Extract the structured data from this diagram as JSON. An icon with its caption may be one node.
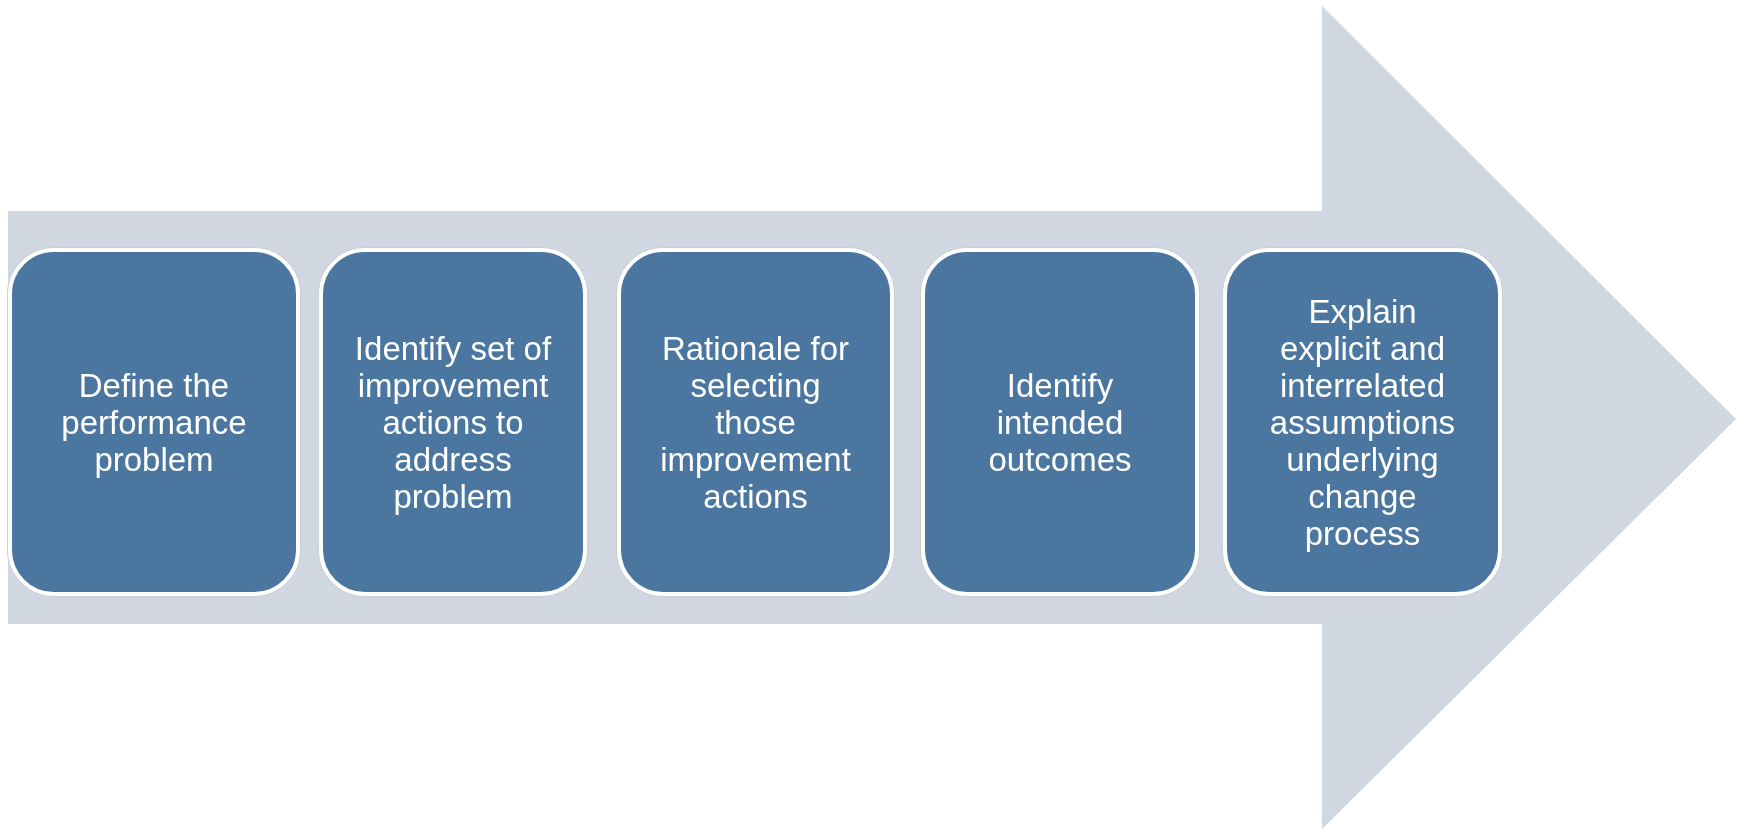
{
  "diagram": {
    "nodes": [
      {
        "text": [],
        "shape": "arrow"
      },
      {
        "text": [
          "Define the performance problem"
        ],
        "in": 0
      },
      {
        "text": [
          "Identify set of improvement actions to address problem"
        ],
        "in": 0
      },
      {
        "text": [
          "Rationale for selecting those improvement actions"
        ],
        "in": 0
      },
      {
        "text": [
          "Identify intended outcomes"
        ],
        "in": 0
      },
      {
        "text": [
          "Explain explicit and interrelated assumptions underlying change process"
        ],
        "in": 0
      }
    ]
  }
}
